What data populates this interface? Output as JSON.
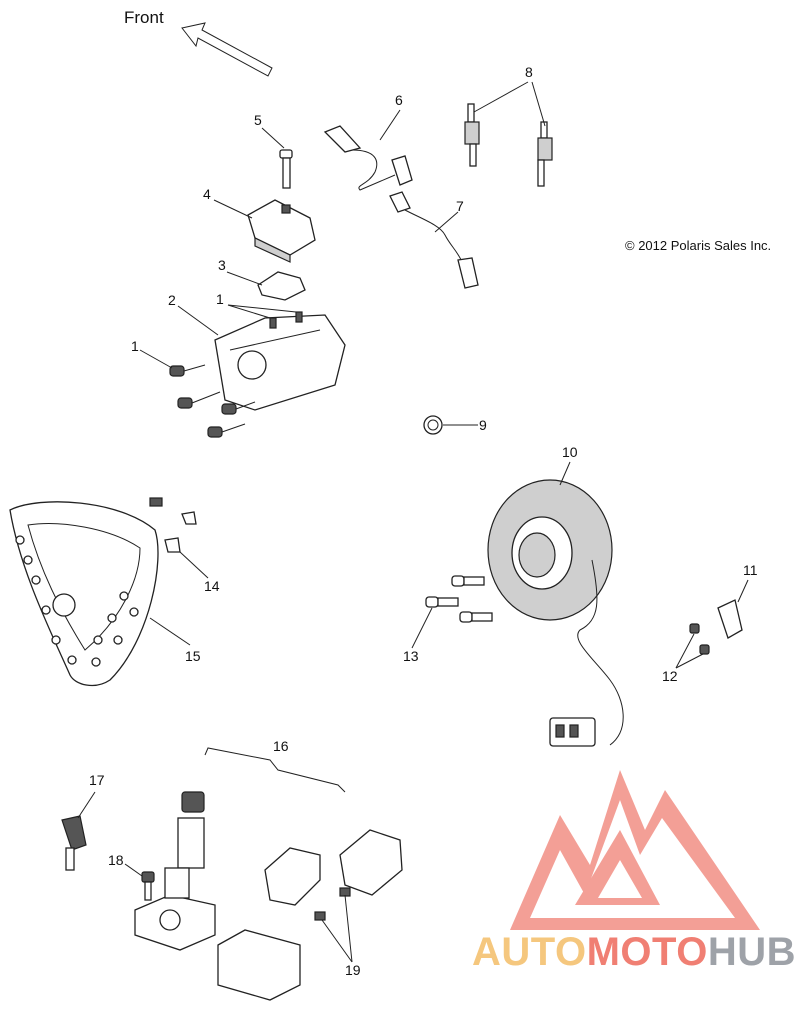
{
  "direction_label": "Front",
  "copyright": "© 2012 Polaris Sales Inc.",
  "watermark": {
    "part1": "AUTO",
    "part2": "MOTO",
    "part3": "HUB",
    "colors": {
      "auto": "#f5c77e",
      "moto": "#f07f73",
      "hub": "#9ea2a8",
      "logo": "#f07f73"
    }
  },
  "callouts": [
    {
      "id": "c5",
      "text": "5"
    },
    {
      "id": "c6",
      "text": "6"
    },
    {
      "id": "c8",
      "text": "8"
    },
    {
      "id": "c4",
      "text": "4"
    },
    {
      "id": "c7",
      "text": "7"
    },
    {
      "id": "c3",
      "text": "3"
    },
    {
      "id": "c2",
      "text": "2"
    },
    {
      "id": "c1a",
      "text": "1"
    },
    {
      "id": "c1b",
      "text": "1"
    },
    {
      "id": "c9",
      "text": "9"
    },
    {
      "id": "c10",
      "text": "10"
    },
    {
      "id": "c14",
      "text": "14"
    },
    {
      "id": "c11",
      "text": "11"
    },
    {
      "id": "c13",
      "text": "13"
    },
    {
      "id": "c15",
      "text": "15"
    },
    {
      "id": "c12",
      "text": "12"
    },
    {
      "id": "c16",
      "text": "16"
    },
    {
      "id": "c17",
      "text": "17"
    },
    {
      "id": "c18",
      "text": "18"
    },
    {
      "id": "c19",
      "text": "19"
    }
  ]
}
